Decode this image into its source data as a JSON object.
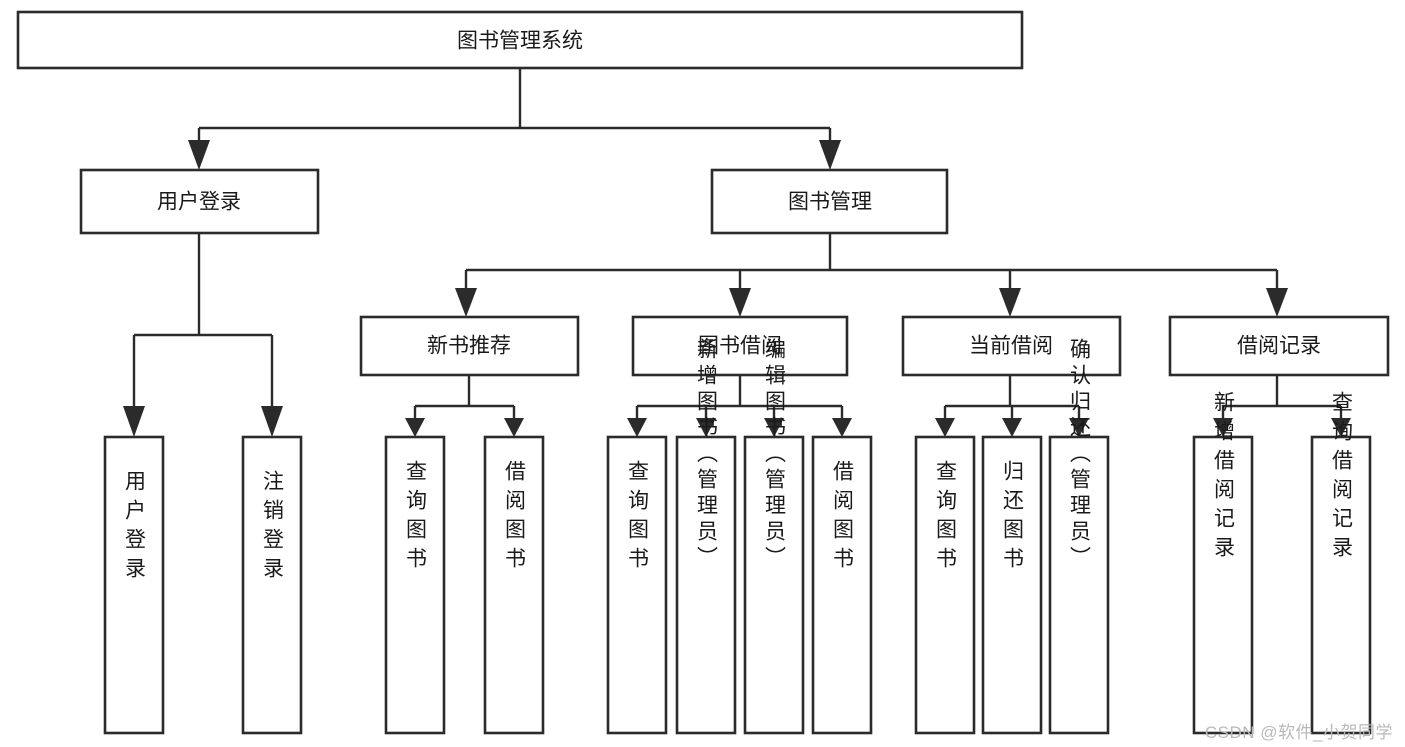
{
  "diagram": {
    "type": "tree",
    "title": "图书管理系统",
    "orientation": "top-down",
    "root": {
      "id": "root",
      "label": "图书管理系统"
    },
    "level2": [
      {
        "id": "user-login",
        "label": "用户登录"
      },
      {
        "id": "book-manage",
        "label": "图书管理"
      }
    ],
    "level3": [
      {
        "id": "new-book-rec",
        "label": "新书推荐",
        "parent": "book-manage"
      },
      {
        "id": "book-borrow",
        "label": "图书借阅",
        "parent": "book-manage"
      },
      {
        "id": "current-borrow",
        "label": "当前借阅",
        "parent": "book-manage"
      },
      {
        "id": "borrow-record",
        "label": "借阅记录",
        "parent": "book-manage"
      }
    ],
    "leaves": [
      {
        "id": "leaf-user-login",
        "label": "用户登录",
        "parent": "user-login"
      },
      {
        "id": "leaf-logout",
        "label": "注销登录",
        "parent": "user-login"
      },
      {
        "id": "leaf-query-book-1",
        "label": "查询图书",
        "parent": "new-book-rec"
      },
      {
        "id": "leaf-borrow-book-1",
        "label": "借阅图书",
        "parent": "new-book-rec"
      },
      {
        "id": "leaf-query-book-2",
        "label": "查询图书",
        "parent": "book-borrow"
      },
      {
        "id": "leaf-add-book",
        "label": "新增图书（管理员）",
        "parent": "book-borrow"
      },
      {
        "id": "leaf-edit-book",
        "label": "编辑图书（管理员）",
        "parent": "book-borrow"
      },
      {
        "id": "leaf-borrow-book-2",
        "label": "借阅图书",
        "parent": "book-borrow"
      },
      {
        "id": "leaf-query-book-3",
        "label": "查询图书",
        "parent": "current-borrow"
      },
      {
        "id": "leaf-return-book",
        "label": "归还图书",
        "parent": "current-borrow"
      },
      {
        "id": "leaf-confirm-return",
        "label": "确认归还（管理员）",
        "parent": "current-borrow"
      },
      {
        "id": "leaf-add-record",
        "label": "新增借阅记录",
        "parent": "borrow-record"
      },
      {
        "id": "leaf-query-record",
        "label": "查询借阅记录",
        "parent": "borrow-record"
      }
    ],
    "colors": {
      "box_fill": "#ffffff",
      "box_stroke": "#2b2b2b",
      "text": "#1a1a1a",
      "connector": "#2b2b2b",
      "background": "#ffffff",
      "watermark": "#b9b9b9"
    }
  },
  "watermark": {
    "text": "CSDN @软件_小贺同学"
  }
}
